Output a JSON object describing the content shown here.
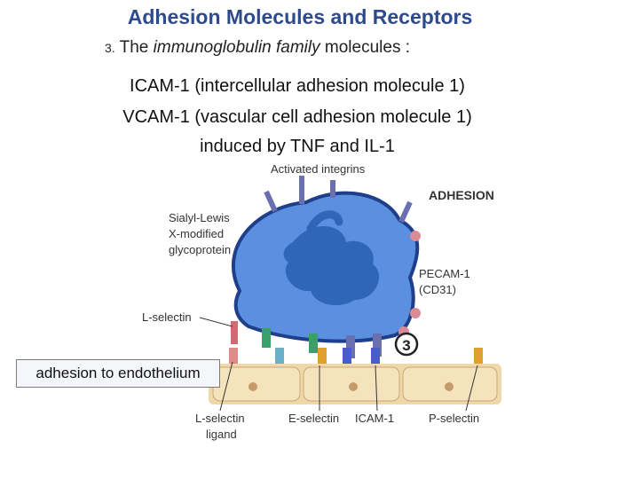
{
  "slide": {
    "title": "Adhesion Molecules and Receptors",
    "subtitle_number": "3.",
    "subtitle_pre": "The ",
    "subtitle_italic": "immunoglobulin family",
    "subtitle_post": " molecules :",
    "lines": [
      "ICAM-1 (intercellular adhesion molecule 1)",
      "VCAM-1 (vascular cell adhesion molecule 1)",
      "induced by TNF and IL-1"
    ],
    "caption": "adhesion to endothelium"
  },
  "figure": {
    "activated_integrins": "Activated integrins",
    "adhesion": "ADHESION",
    "sialyl_lewis": [
      "Sialyl-Lewis",
      "X-modified",
      "glycoprotein"
    ],
    "l_selectin": "L-selectin",
    "pecam": [
      "PECAM-1",
      "(CD31)"
    ],
    "step_number": "3",
    "l_selectin_ligand": [
      "L-selectin",
      "ligand"
    ],
    "e_selectin": "E-selectin",
    "icam1": "ICAM-1",
    "p_selectin": "P-selectin"
  },
  "colors": {
    "title": "#2e4a8c",
    "cell_body": "#5b8fe0",
    "cell_outline": "#1f3f8a",
    "nucleus": "#2f66b8",
    "endothelium": "#f0d8a8",
    "receptor_pink": "#d98c95"
  }
}
